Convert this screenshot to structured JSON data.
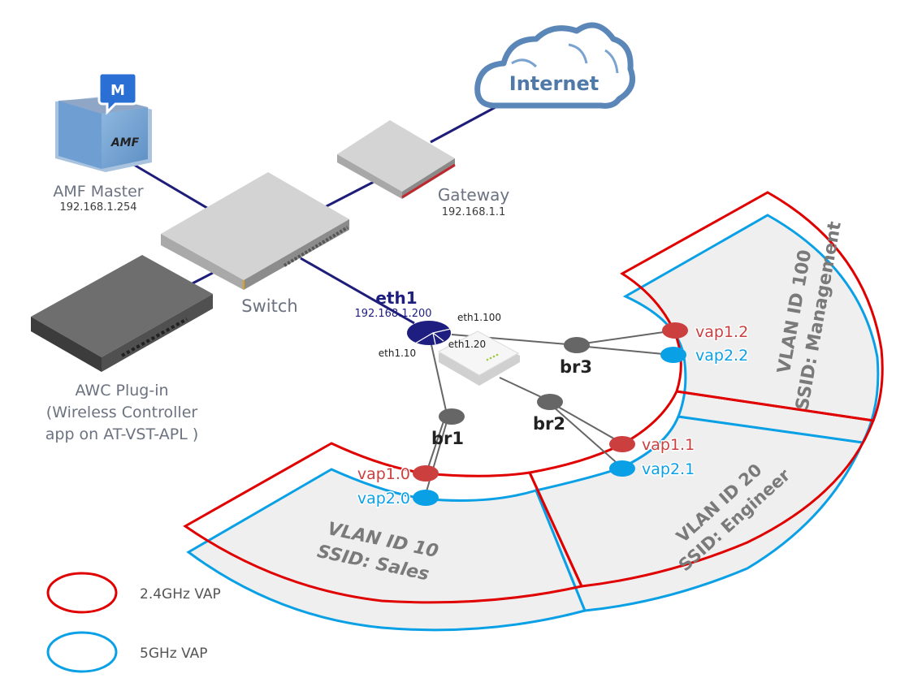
{
  "colors": {
    "link": "#1e1e7a",
    "bridge": "#666666",
    "vap24": "#e00000",
    "vap5": "#0aa0e6",
    "vap24_node": "#cc3f3f",
    "vap5_node": "#0aa0e6",
    "eth1": "#1e1e80",
    "zone_fill": "#efefef",
    "cloud": "#5b87b8"
  },
  "internet": {
    "label": "Internet"
  },
  "amf_master": {
    "badge": "M",
    "logo": "AMF",
    "name": "AMF Master",
    "ip": "192.168.1.254"
  },
  "gateway": {
    "name": "Gateway",
    "ip": "192.168.1.1"
  },
  "switch": {
    "name": "Switch"
  },
  "awc": {
    "line1": "AWC Plug-in",
    "line2": "(Wireless Controller",
    "line3": "app on  AT-VST-APL )"
  },
  "eth1": {
    "name": "eth1",
    "ip": "192.168.1.200",
    "sub": [
      "eth1.10",
      "eth1.20",
      "eth1.100"
    ]
  },
  "bridges": [
    "br1",
    "br2",
    "br3"
  ],
  "vaps": {
    "v10": "vap1.0",
    "v20": "vap2.0",
    "v11": "vap1.1",
    "v21": "vap2.1",
    "v12": "vap1.2",
    "v22": "vap2.2"
  },
  "zones": [
    {
      "vlan": "VLAN ID 10",
      "ssid": "SSID: Sales"
    },
    {
      "vlan": "VLAN ID 20",
      "ssid": "SSID: Engineer"
    },
    {
      "vlan": "VLAN ID 100",
      "ssid": "SSID: Management"
    }
  ],
  "legend": [
    {
      "label": "2.4GHz VAP",
      "color": "#e00000"
    },
    {
      "label": "5GHz VAP",
      "color": "#0aa0e6"
    }
  ]
}
